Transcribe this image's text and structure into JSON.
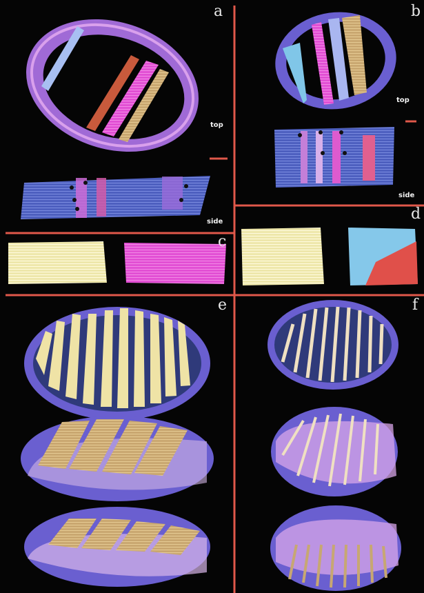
{
  "panels": {
    "a": {
      "label": "a",
      "top_label": "top",
      "side_label": "side"
    },
    "b": {
      "label": "b",
      "top_label": "top",
      "side_label": "side"
    },
    "c": {
      "label": "c"
    },
    "d": {
      "label": "d"
    },
    "e": {
      "label": "e"
    },
    "f": {
      "label": "f"
    }
  },
  "colors": {
    "background": "#050505",
    "divider": "#e0584a",
    "membrane": "#6a5fd0",
    "membrane_pink": "#d68ee0",
    "crista_cream": "#f2e8a8",
    "crista_tan": "#c7a772",
    "crista_magenta": "#e64fd6",
    "crista_blue": "#8aa9f0",
    "crista_cyan": "#80c6e8",
    "crista_red": "#e0504a",
    "lavender": "#c9a6e6",
    "marker": "#111111"
  }
}
